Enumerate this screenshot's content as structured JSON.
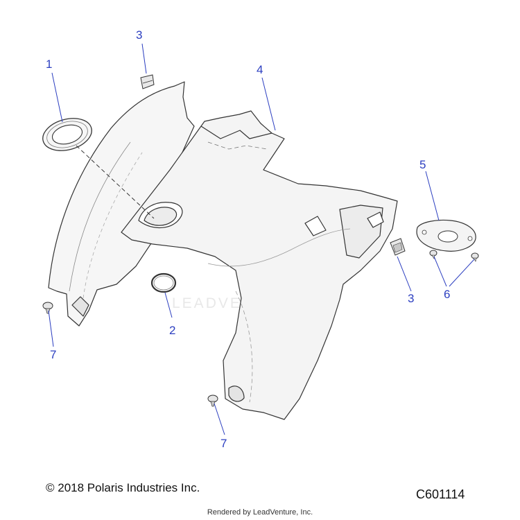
{
  "watermark": {
    "text": "LEADVENTURE"
  },
  "callouts": [
    {
      "id": "c1",
      "label": "1"
    },
    {
      "id": "c2",
      "label": "2"
    },
    {
      "id": "c3a",
      "label": "3"
    },
    {
      "id": "c3b",
      "label": "3"
    },
    {
      "id": "c4",
      "label": "4"
    },
    {
      "id": "c5",
      "label": "5"
    },
    {
      "id": "c6",
      "label": "6"
    },
    {
      "id": "c7a",
      "label": "7"
    },
    {
      "id": "c7b",
      "label": "7"
    }
  ],
  "footer": {
    "copyright": "© 2018 Polaris Industries Inc.",
    "diagram_code": "C601114",
    "rendered_by": "Rendered by LeadVenture, Inc."
  },
  "colors": {
    "callout": "#2b3ec0",
    "line": "#333333",
    "panel_fill": "#f4f4f4",
    "watermark": "#d9d9d9"
  }
}
